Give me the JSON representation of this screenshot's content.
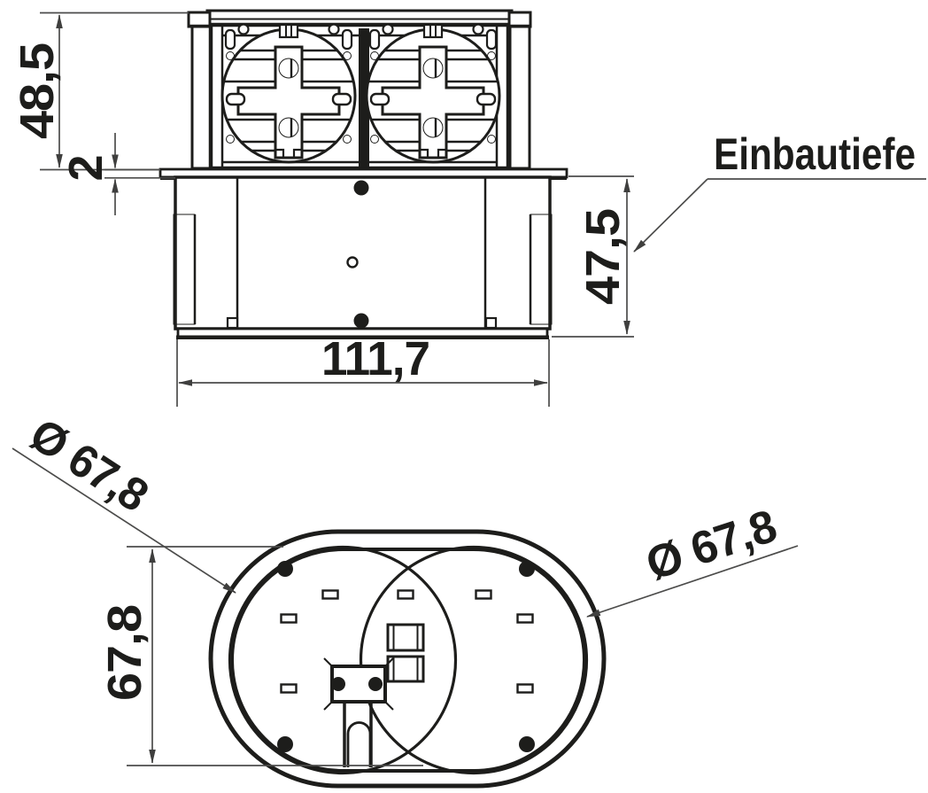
{
  "front_view": {
    "dim_total_height": "48,5",
    "dim_flange_thickness": "2",
    "dim_width": "111,7",
    "dim_install_depth": "47,5",
    "callout_install_depth": "Einbautiefe"
  },
  "bottom_view": {
    "dim_diameter_upper_left": "Ø 67,8",
    "dim_diameter_right": "Ø 67,8",
    "dim_height": "67,8"
  },
  "colors": {
    "line_ink": "#1d1d1b",
    "dimension_line": "#4c4c4b",
    "screw_red": "#da251c",
    "background": "#ffffff"
  }
}
